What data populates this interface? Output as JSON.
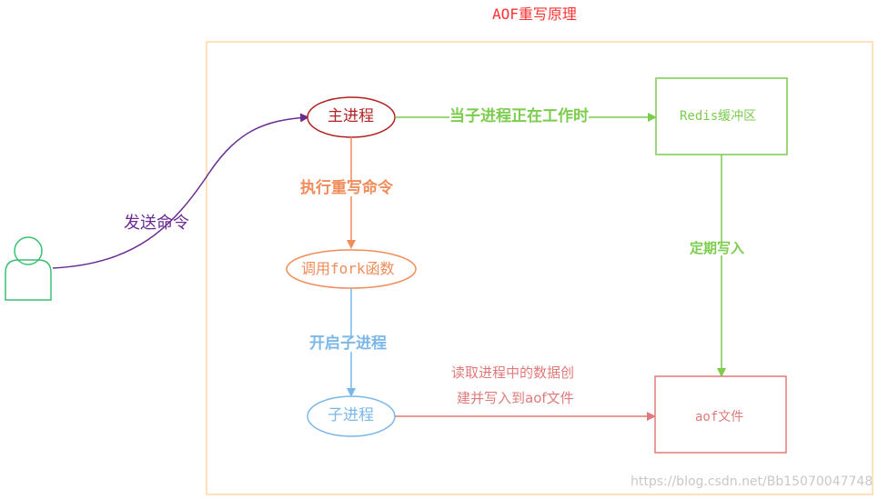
{
  "title": "AOF重写原理",
  "nodes": {
    "main_process": "主进程",
    "fork": "调用fork函数",
    "child_process": "子进程",
    "redis_buffer": "Redis缓冲区",
    "aof_file": "aof文件"
  },
  "edges": {
    "send_command": "发送命令",
    "while_child_working": "当子进程正在工作时",
    "exec_rewrite": "执行重写命令",
    "start_child": "开启子进程",
    "periodic_write": "定期写入",
    "read_data_line1": "读取进程中的数据创",
    "read_data_line2": "建并写入到aof文件"
  },
  "watermark": "https://blog.csdn.net/Bb15070047748",
  "colors": {
    "frame": "#ffd9a6",
    "title": "#ff3333",
    "user": "#3dbf72",
    "main": "#b22222",
    "fork": "#f08c5a",
    "child": "#7bb8e8",
    "buffer": "#7ccc4e",
    "aof": "#e07a7a",
    "send": "#6a2c91"
  }
}
